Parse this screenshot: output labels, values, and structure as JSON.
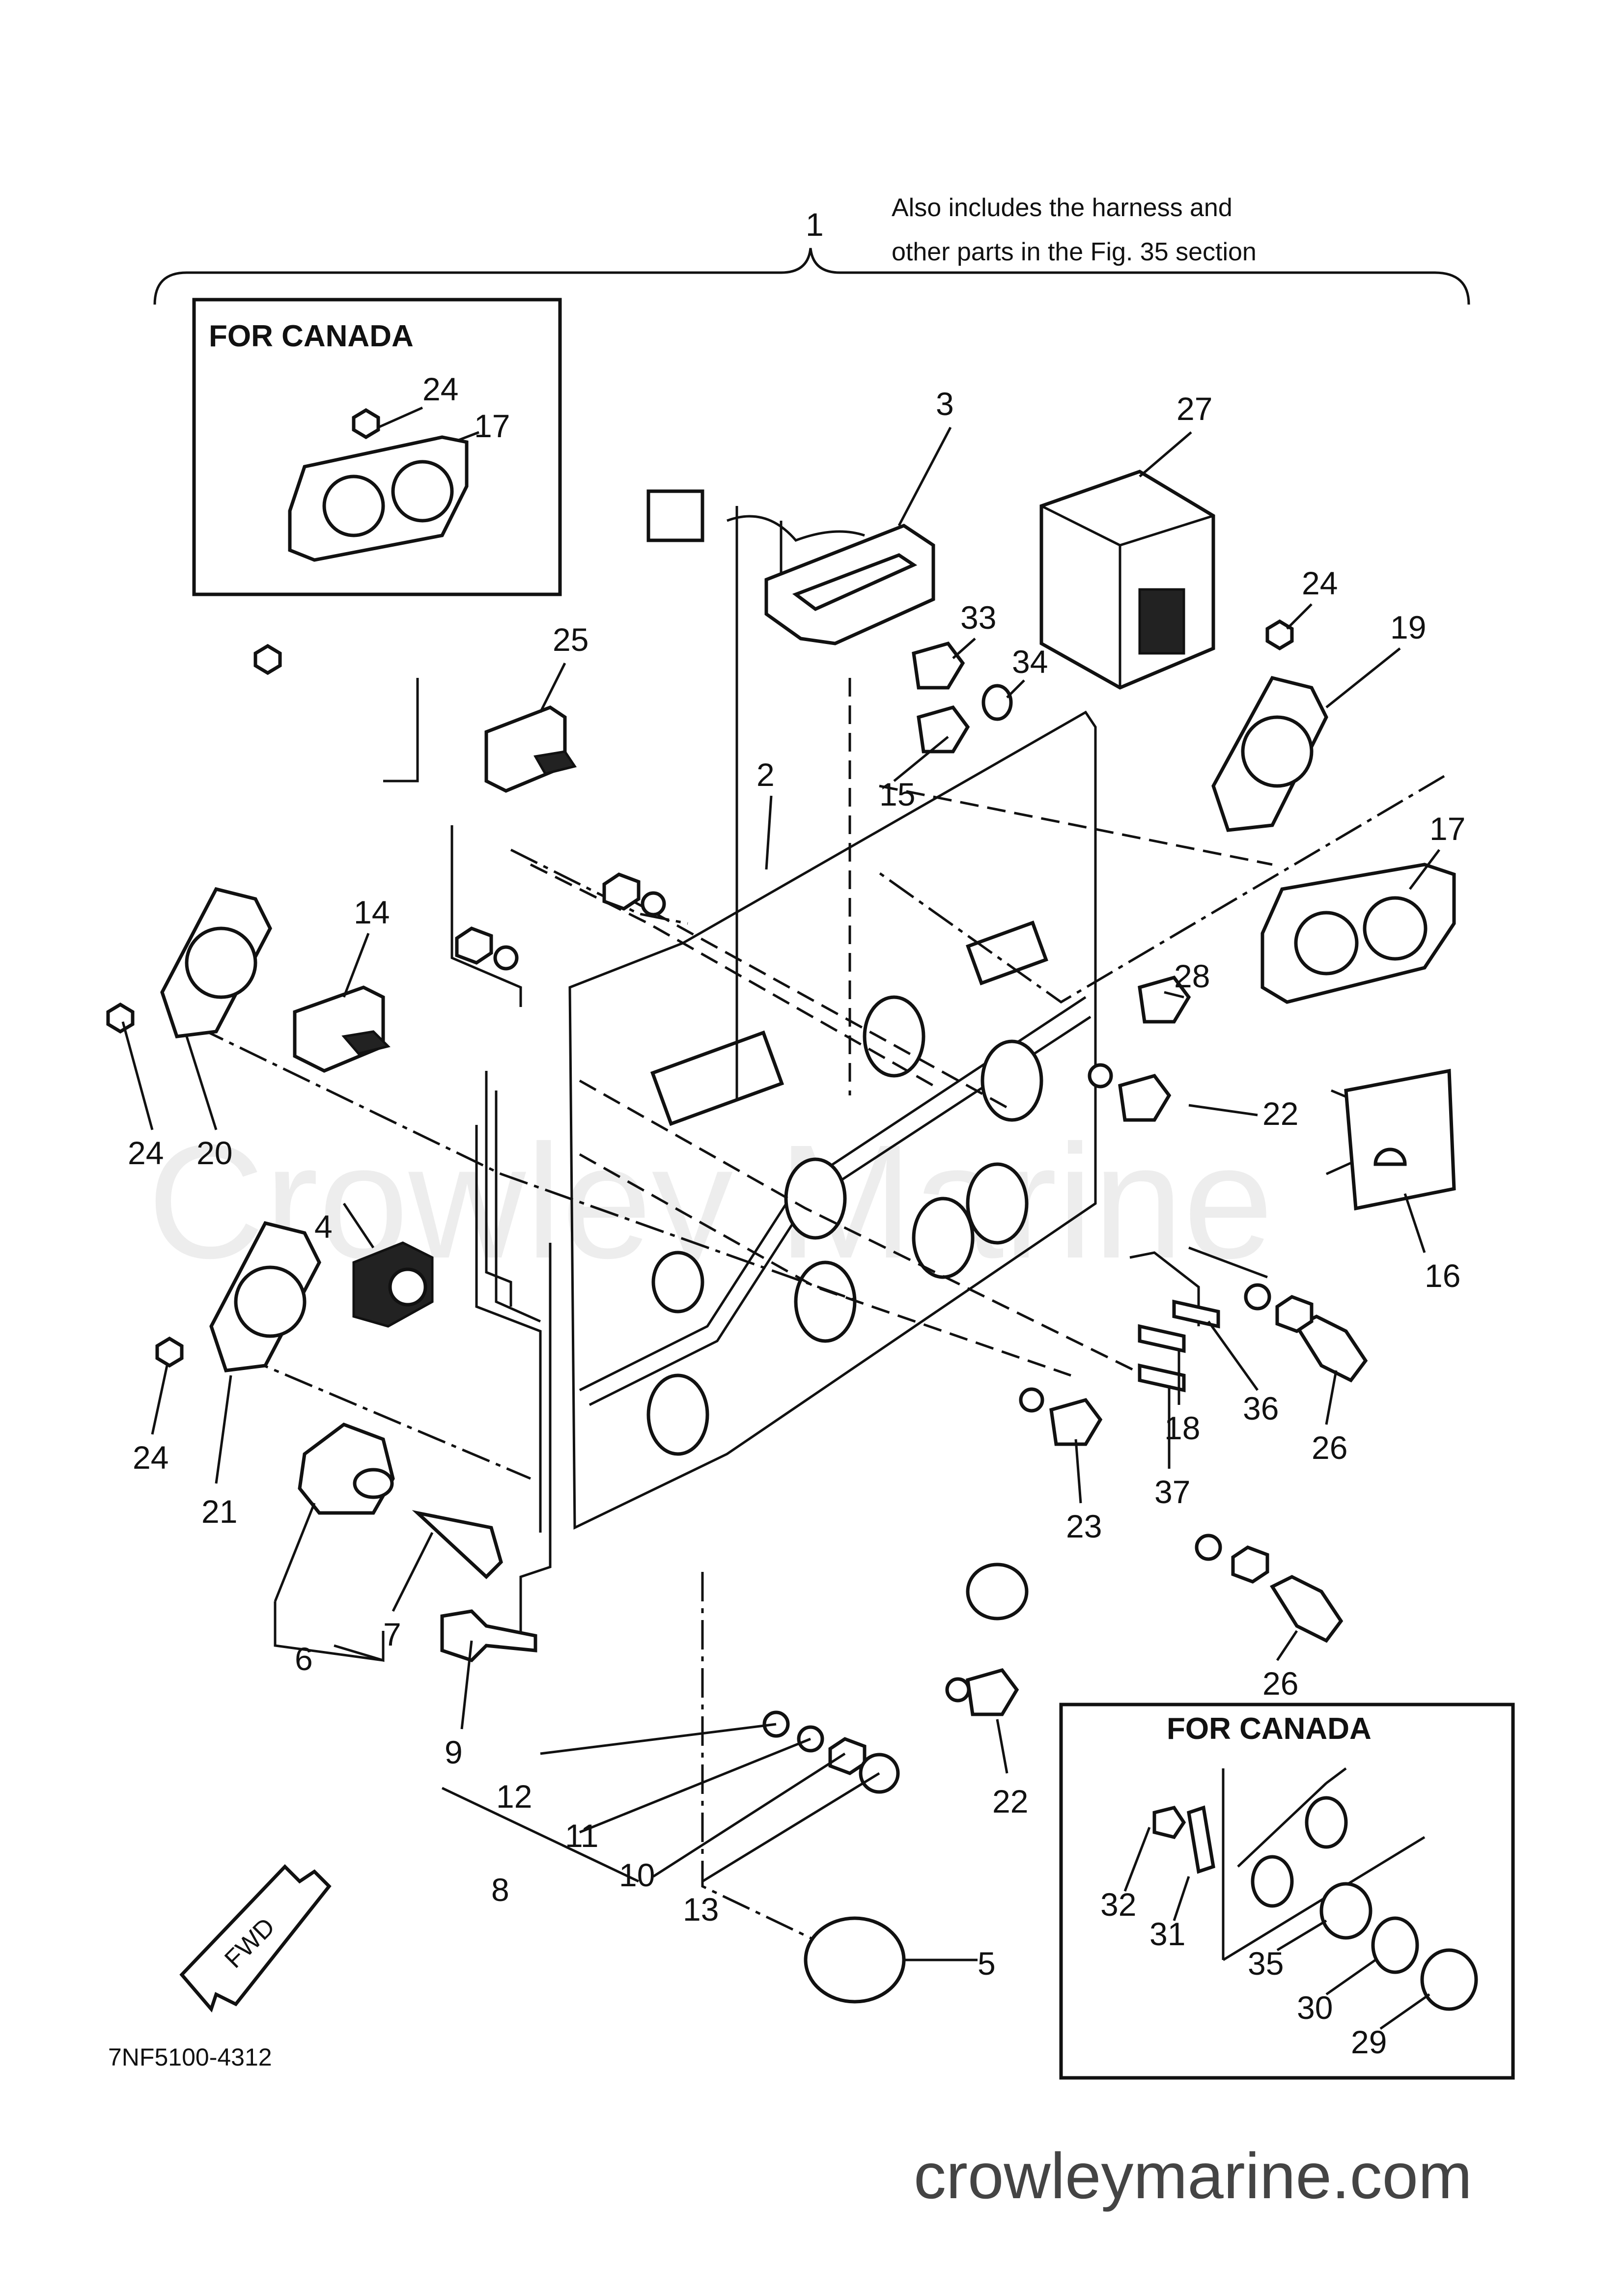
{
  "watermark": "Crowley Marine",
  "note": {
    "line1": "Also includes the harness and",
    "line2": "other parts in the Fig. 35 section"
  },
  "bracket_label": "1",
  "inset_canada_top": {
    "title": "FOR  CANADA",
    "labels": [
      "24",
      "17"
    ]
  },
  "inset_canada_bottom": {
    "title": "FOR CANADA",
    "labels": [
      "32",
      "31",
      "35",
      "30",
      "29"
    ]
  },
  "callouts": {
    "n3": "3",
    "n27": "27",
    "n25": "25",
    "n33": "33",
    "n34": "34",
    "n15": "15",
    "n2": "2",
    "n24a": "24",
    "n19": "19",
    "n17": "17",
    "n14": "14",
    "n28": "28",
    "n22a": "22",
    "n24b": "24",
    "n20": "20",
    "n16": "16",
    "n4": "4",
    "n36": "36",
    "n26a": "26",
    "n18": "18",
    "n24c": "24",
    "n37": "37",
    "n21": "21",
    "n23": "23",
    "n7": "7",
    "n6": "6",
    "n26b": "26",
    "n9": "9",
    "n12": "12",
    "n22b": "22",
    "n11": "11",
    "n8": "8",
    "n10": "10",
    "n13": "13",
    "n5": "5"
  },
  "fwd_label": "FWD",
  "diagram_code": "7NF5100-4312",
  "site_url": "crowleymarine.com"
}
